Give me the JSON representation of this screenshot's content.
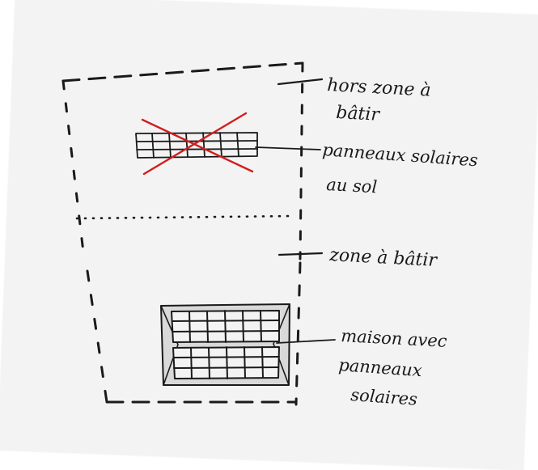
{
  "labels": {
    "outside_zone_line1": "hors zone à",
    "outside_zone_line2": "bâtir",
    "ground_panels_line1": "panneaux solaires",
    "ground_panels_line2": "au sol",
    "building_zone": "zone à bâtir",
    "house_line1": "maison avec",
    "house_line2": "panneaux",
    "house_line3": "solaires"
  },
  "colors": {
    "ink": "#1a1a1a",
    "cross": "#d21e1e",
    "panel_fill": "#d9d9d9",
    "paper": "#f3f3f3"
  },
  "icons": {
    "ground_panel": "crossed-out-solar-panel",
    "house": "house-with-solar-panels"
  }
}
